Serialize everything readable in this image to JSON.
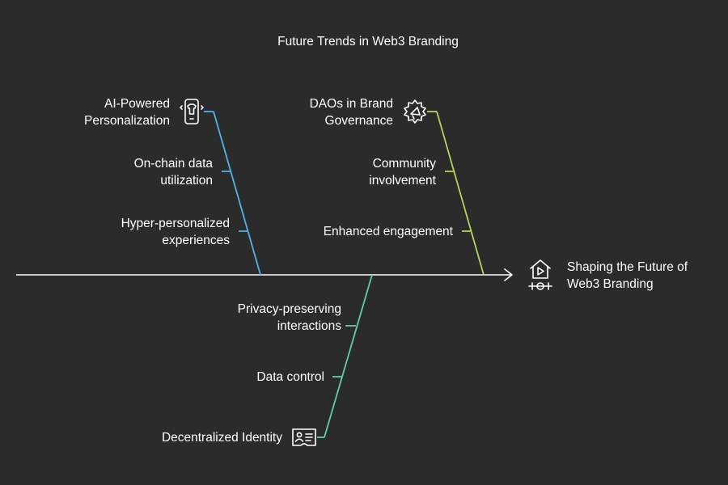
{
  "title": "Future Trends in Web3 Branding",
  "outcome": {
    "line1": "Shaping the Future of",
    "line2": "Web3 Branding",
    "icon": "house-play-icon"
  },
  "branches": {
    "ai": {
      "color": "#4fb3e6",
      "head": {
        "line1": "AI-Powered",
        "line2": "Personalization",
        "icon": "phone-shirt-icon"
      },
      "causes": [
        {
          "line1": "On-chain data",
          "line2": "utilization"
        },
        {
          "line1": "Hyper-personalized",
          "line2": "experiences"
        }
      ]
    },
    "dao": {
      "color": "#b5d65a",
      "head": {
        "line1": "DAOs in Brand",
        "line2": "Governance",
        "icon": "megaphone-burst-icon"
      },
      "causes": [
        {
          "line1": "Community",
          "line2": "involvement"
        },
        {
          "line1": "Enhanced engagement",
          "line2": ""
        }
      ]
    },
    "identity": {
      "color": "#5fd0a0",
      "head": {
        "line1": "Decentralized Identity",
        "line2": "",
        "icon": "id-card-icon"
      },
      "causes": [
        {
          "line1": "Privacy-preserving",
          "line2": "interactions"
        },
        {
          "line1": "Data control",
          "line2": ""
        }
      ]
    }
  },
  "colors": {
    "background": "#2b2b2b",
    "spine": "#ffffff",
    "text": "#ffffff"
  }
}
